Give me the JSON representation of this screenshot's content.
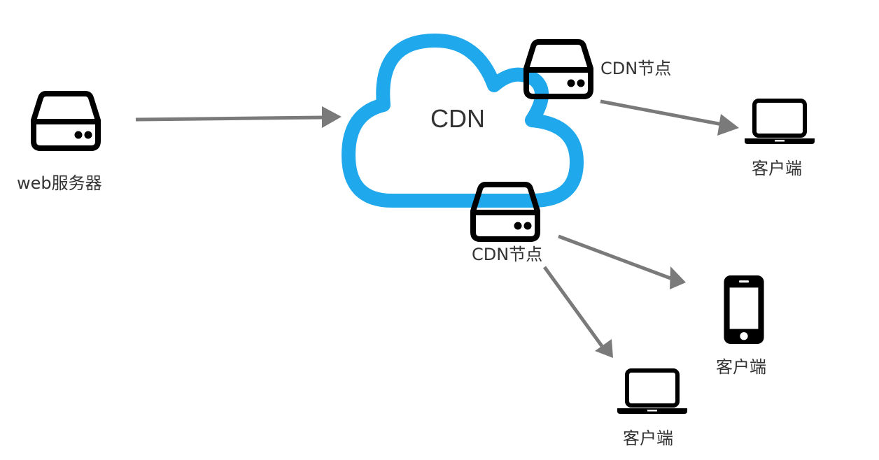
{
  "diagram": {
    "cloud": {
      "label": "CDN",
      "color": "#1FA8EC"
    },
    "arrow_color": "#7A7A7A",
    "icon_color": "#000000",
    "nodes": {
      "web_server": {
        "label": "web服务器",
        "icon": "server-icon"
      },
      "cdn_node_top": {
        "label": "CDN节点",
        "icon": "server-icon"
      },
      "cdn_node_bottom": {
        "label": "CDN节点",
        "icon": "server-icon"
      },
      "client_laptop_top": {
        "label": "客户端",
        "icon": "laptop-icon"
      },
      "client_phone": {
        "label": "客户端",
        "icon": "phone-icon"
      },
      "client_laptop_bottom": {
        "label": "客户端",
        "icon": "laptop-icon"
      }
    },
    "edges": [
      {
        "from": "web_server",
        "to": "cloud"
      },
      {
        "from": "cdn_node_top",
        "to": "client_laptop_top"
      },
      {
        "from": "cdn_node_bottom",
        "to": "client_phone"
      },
      {
        "from": "cdn_node_bottom",
        "to": "client_laptop_bottom"
      }
    ]
  }
}
